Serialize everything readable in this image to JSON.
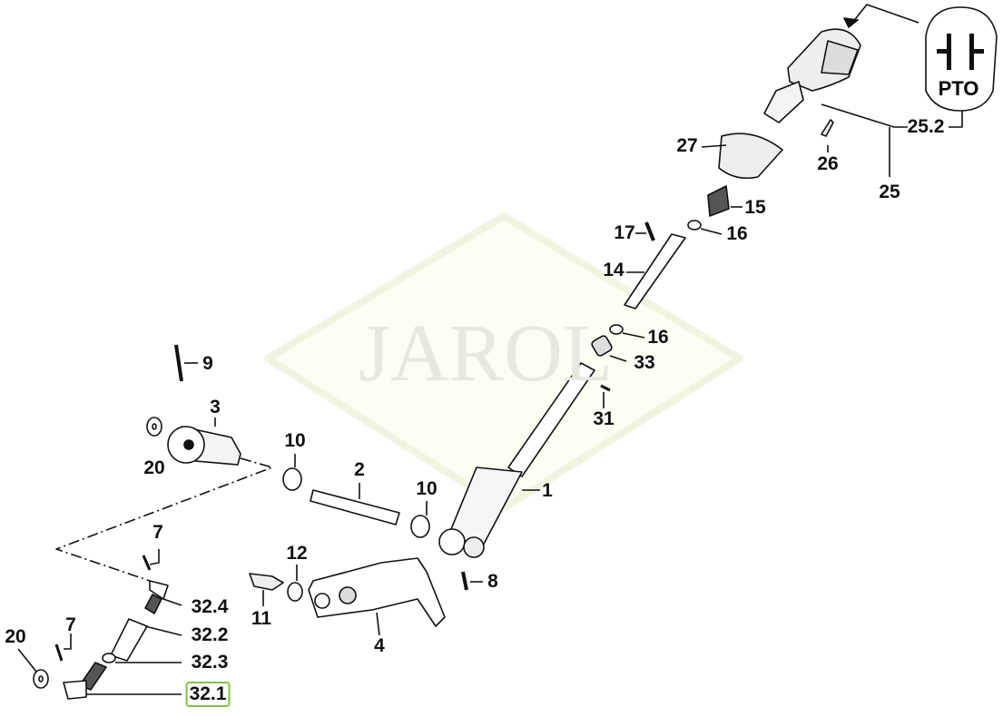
{
  "diagram": {
    "watermark": "JAROL",
    "pto_icon": {
      "text": "PTO",
      "icon": "pto-clutch-icon"
    },
    "selected_callout": "32.1",
    "selection_color": "#7cc24a",
    "callouts": [
      {
        "id": "c-25-2",
        "text": "25.2"
      },
      {
        "id": "c-25",
        "text": "25"
      },
      {
        "id": "c-26",
        "text": "26"
      },
      {
        "id": "c-27",
        "text": "27"
      },
      {
        "id": "c-15",
        "text": "15"
      },
      {
        "id": "c-16a",
        "text": "16"
      },
      {
        "id": "c-17",
        "text": "17"
      },
      {
        "id": "c-14",
        "text": "14"
      },
      {
        "id": "c-16b",
        "text": "16"
      },
      {
        "id": "c-33",
        "text": "33"
      },
      {
        "id": "c-31",
        "text": "31"
      },
      {
        "id": "c-9",
        "text": "9"
      },
      {
        "id": "c-3",
        "text": "3"
      },
      {
        "id": "c-20a",
        "text": "20"
      },
      {
        "id": "c-10a",
        "text": "10"
      },
      {
        "id": "c-2",
        "text": "2"
      },
      {
        "id": "c-10b",
        "text": "10"
      },
      {
        "id": "c-1",
        "text": "1"
      },
      {
        "id": "c-12",
        "text": "12"
      },
      {
        "id": "c-8",
        "text": "8"
      },
      {
        "id": "c-11",
        "text": "11"
      },
      {
        "id": "c-4",
        "text": "4"
      },
      {
        "id": "c-7a",
        "text": "7"
      },
      {
        "id": "c-7b",
        "text": "7"
      },
      {
        "id": "c-20b",
        "text": "20"
      },
      {
        "id": "c-32-4",
        "text": "32.4"
      },
      {
        "id": "c-32-2",
        "text": "32.2"
      },
      {
        "id": "c-32-3",
        "text": "32.3"
      },
      {
        "id": "c-32-1",
        "text": "32.1"
      }
    ]
  }
}
